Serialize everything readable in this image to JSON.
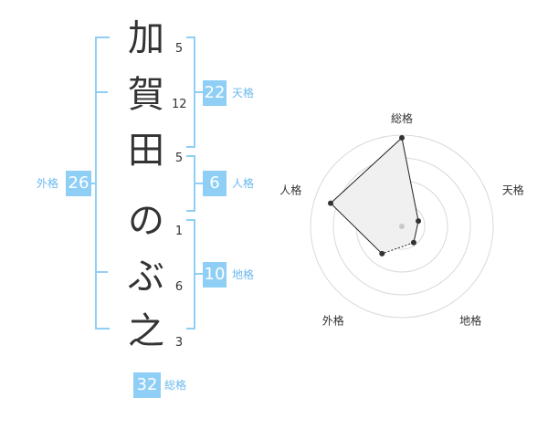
{
  "name_chars": [
    {
      "char": "加",
      "strokes": "5"
    },
    {
      "char": "賀",
      "strokes": "12"
    },
    {
      "char": "田",
      "strokes": "5"
    },
    {
      "char": "の",
      "strokes": "1"
    },
    {
      "char": "ぶ",
      "strokes": "6"
    },
    {
      "char": "之",
      "strokes": "3"
    }
  ],
  "fortunes": {
    "tenkaku": {
      "value": "22",
      "label": "天格"
    },
    "jinkaku": {
      "value": "6",
      "label": "人格"
    },
    "chikaku": {
      "value": "10",
      "label": "地格"
    },
    "gaikaku": {
      "value": "26",
      "label": "外格"
    },
    "soukaku": {
      "value": "32",
      "label": "総格"
    }
  },
  "colors": {
    "accent": "#8fcff5",
    "label_text": "#6ab8ee",
    "radar_fill": "#f0f0f0",
    "radar_line": "#222222"
  },
  "chart_data": {
    "type": "radar",
    "axes": [
      "総格",
      "天格",
      "地格",
      "外格",
      "人格"
    ],
    "rings": 4,
    "values": [
      0.97,
      0.19,
      0.22,
      0.37,
      0.82
    ],
    "vmax": 1
  }
}
